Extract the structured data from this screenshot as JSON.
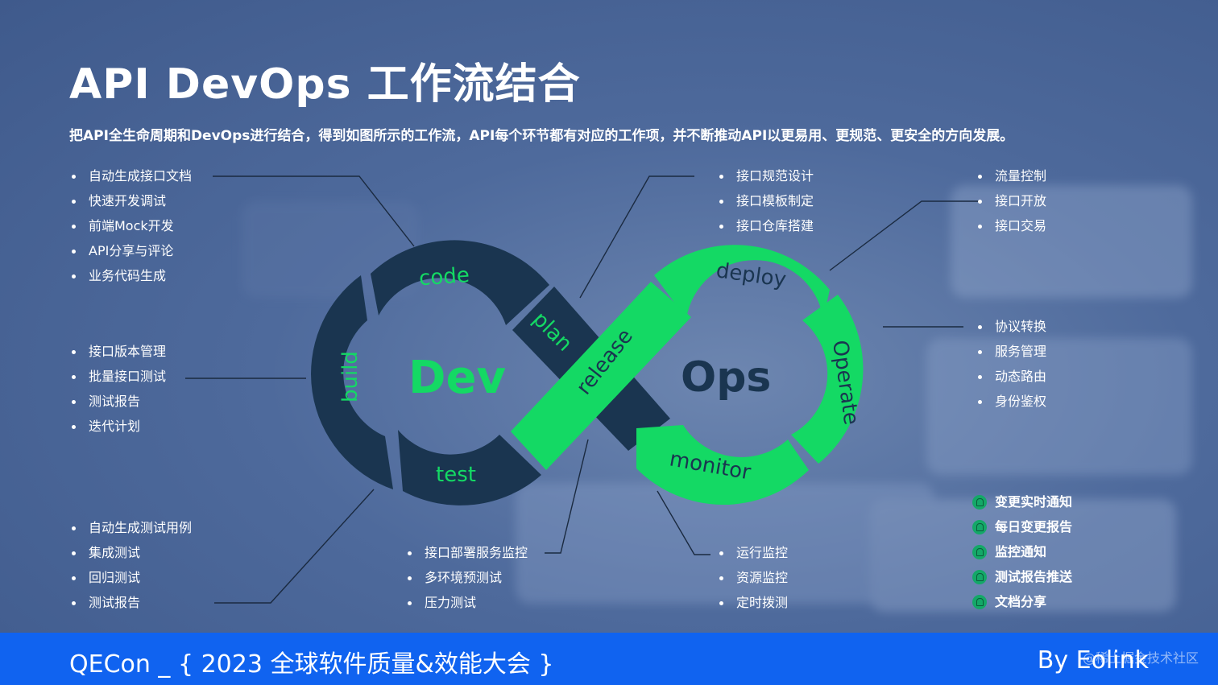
{
  "title": "API DevOps 工作流结合",
  "subtitle": "把API全生命周期和DevOps进行结合，得到如图所示的工作流，API每个环节都有对应的工作项，并不断推动API以更易用、更规范、更安全的方向发展。",
  "lists": {
    "code": [
      "自动生成接口文档",
      "快速开发调试",
      "前端Mock开发",
      "API分享与评论",
      "业务代码生成"
    ],
    "build": [
      "接口版本管理",
      "批量接口测试",
      "测试报告",
      "迭代计划"
    ],
    "test": [
      "自动生成测试用例",
      "集成测试",
      "回归测试",
      "测试报告"
    ],
    "plan": [
      "接口规范设计",
      "接口模板制定",
      "接口仓库搭建"
    ],
    "release": [
      "接口部署服务监控",
      "多环境预测试",
      "压力测试"
    ],
    "deploy": [
      "流量控制",
      "接口开放",
      "接口交易"
    ],
    "operate": [
      "协议转换",
      "服务管理",
      "动态路由",
      "身份鉴权"
    ],
    "monitor": [
      "运行监控",
      "资源监控",
      "定时拨测"
    ],
    "notify": [
      "变更实时通知",
      "每日变更报告",
      "监控通知",
      "测试报告推送",
      "文档分享"
    ]
  },
  "diagram": {
    "dev_label": "Dev",
    "ops_label": "Ops",
    "stages": {
      "code": "code",
      "build": "build",
      "test": "test",
      "plan": "plan",
      "release": "release",
      "deploy": "deploy",
      "operate": "Operate",
      "monitor": "monitor"
    }
  },
  "icons": {
    "notify_item": "bell-icon"
  },
  "colors": {
    "green": "#14d964",
    "dark": "#1a3550",
    "footer": "#1063f0"
  },
  "footer": {
    "left": "QECon _ { 2023 全球软件质量&效能大会 }",
    "right": "By Eolink",
    "watermark": "@稀土掘金技术社区"
  }
}
